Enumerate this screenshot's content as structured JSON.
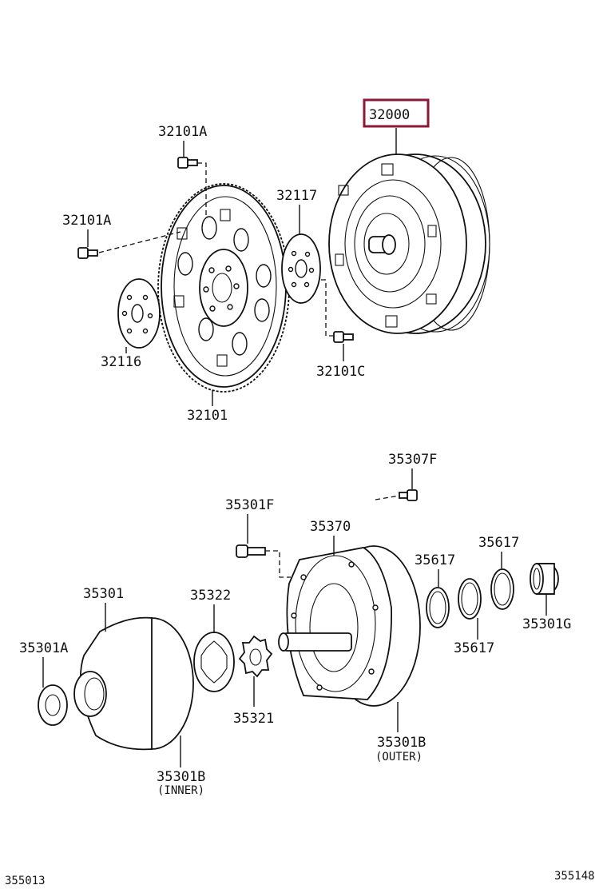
{
  "highlight_color": "#8b1a3a",
  "highlighted_part": "32000",
  "labels": {
    "p32000": "32000",
    "p32101A_top": "32101A",
    "p32101A_left": "32101A",
    "p32117": "32117",
    "p32116": "32116",
    "p32101": "32101",
    "p32101C": "32101C",
    "p35307F": "35307F",
    "p35301F": "35301F",
    "p35370": "35370",
    "p35617_a": "35617",
    "p35617_b": "35617",
    "p35617_c": "35617",
    "p35301G": "35301G",
    "p35301": "35301",
    "p35322": "35322",
    "p35301A": "35301A",
    "p35321": "35321",
    "p35301B_outer": "35301B",
    "outer_note": "(OUTER)",
    "p35301B_inner": "35301B",
    "inner_note": "(INNER)"
  },
  "footer": {
    "left_code": "355013",
    "right_code": "355148"
  }
}
